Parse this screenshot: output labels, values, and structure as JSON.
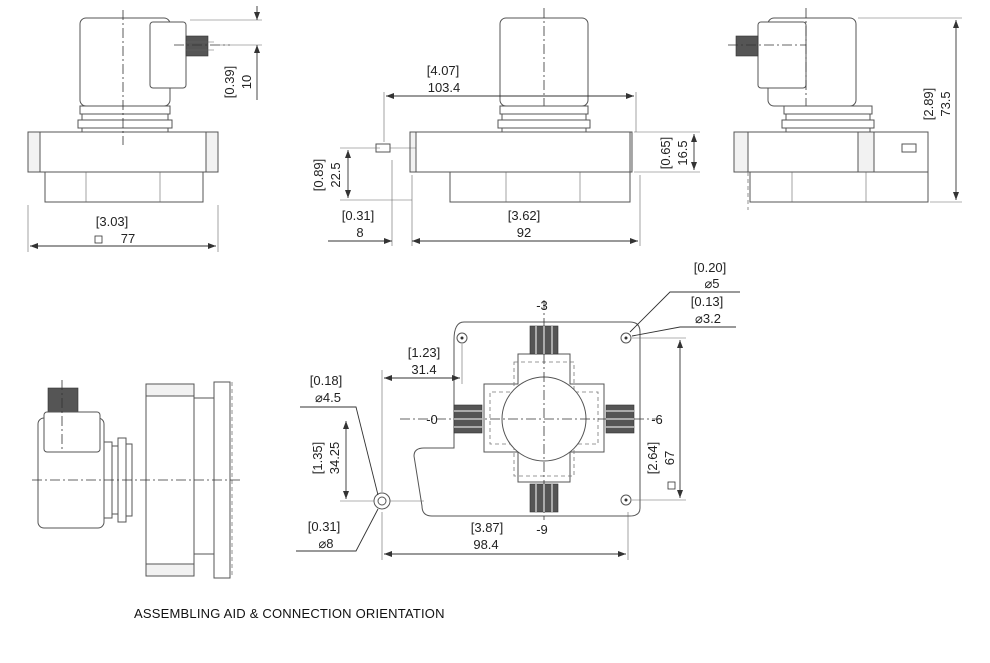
{
  "caption": "ASSEMBLING AID & CONNECTION ORIENTATION",
  "dimensions": {
    "front_width_in": "[3.03]",
    "front_width_mm": "77",
    "connector_offset_in": "[0.39]",
    "connector_offset_mm": "10",
    "side_top_in": "[4.07]",
    "side_top_mm": "103.4",
    "side_height_in": "[0.89]",
    "side_height_mm": "22.5",
    "side_left_in": "[0.31]",
    "side_left_mm": "8",
    "side_base_in": "[3.62]",
    "side_base_mm": "92",
    "side_thick_in": "[0.65]",
    "side_thick_mm": "16.5",
    "total_height_in": "[2.89]",
    "total_height_mm": "73.5",
    "hole_large_in": "[0.20]",
    "hole_large_mm": "⌀5",
    "hole_small_in": "[0.13]",
    "hole_small_mm": "⌀3.2",
    "top_offset_in": "[1.23]",
    "top_offset_mm": "31.4",
    "pin_in": "[0.18]",
    "pin_mm": "⌀4.5",
    "vert_offset_in": "[1.35]",
    "vert_offset_mm": "34.25",
    "plate_height_in": "[2.64]",
    "plate_height_mm": "67",
    "pin_ring_in": "[0.31]",
    "pin_ring_mm": "⌀8",
    "plate_width_in": "[3.87]",
    "plate_width_mm": "98.4"
  },
  "positions": {
    "top": "-3",
    "left": "-0",
    "right": "-6",
    "bottom": "-9"
  }
}
